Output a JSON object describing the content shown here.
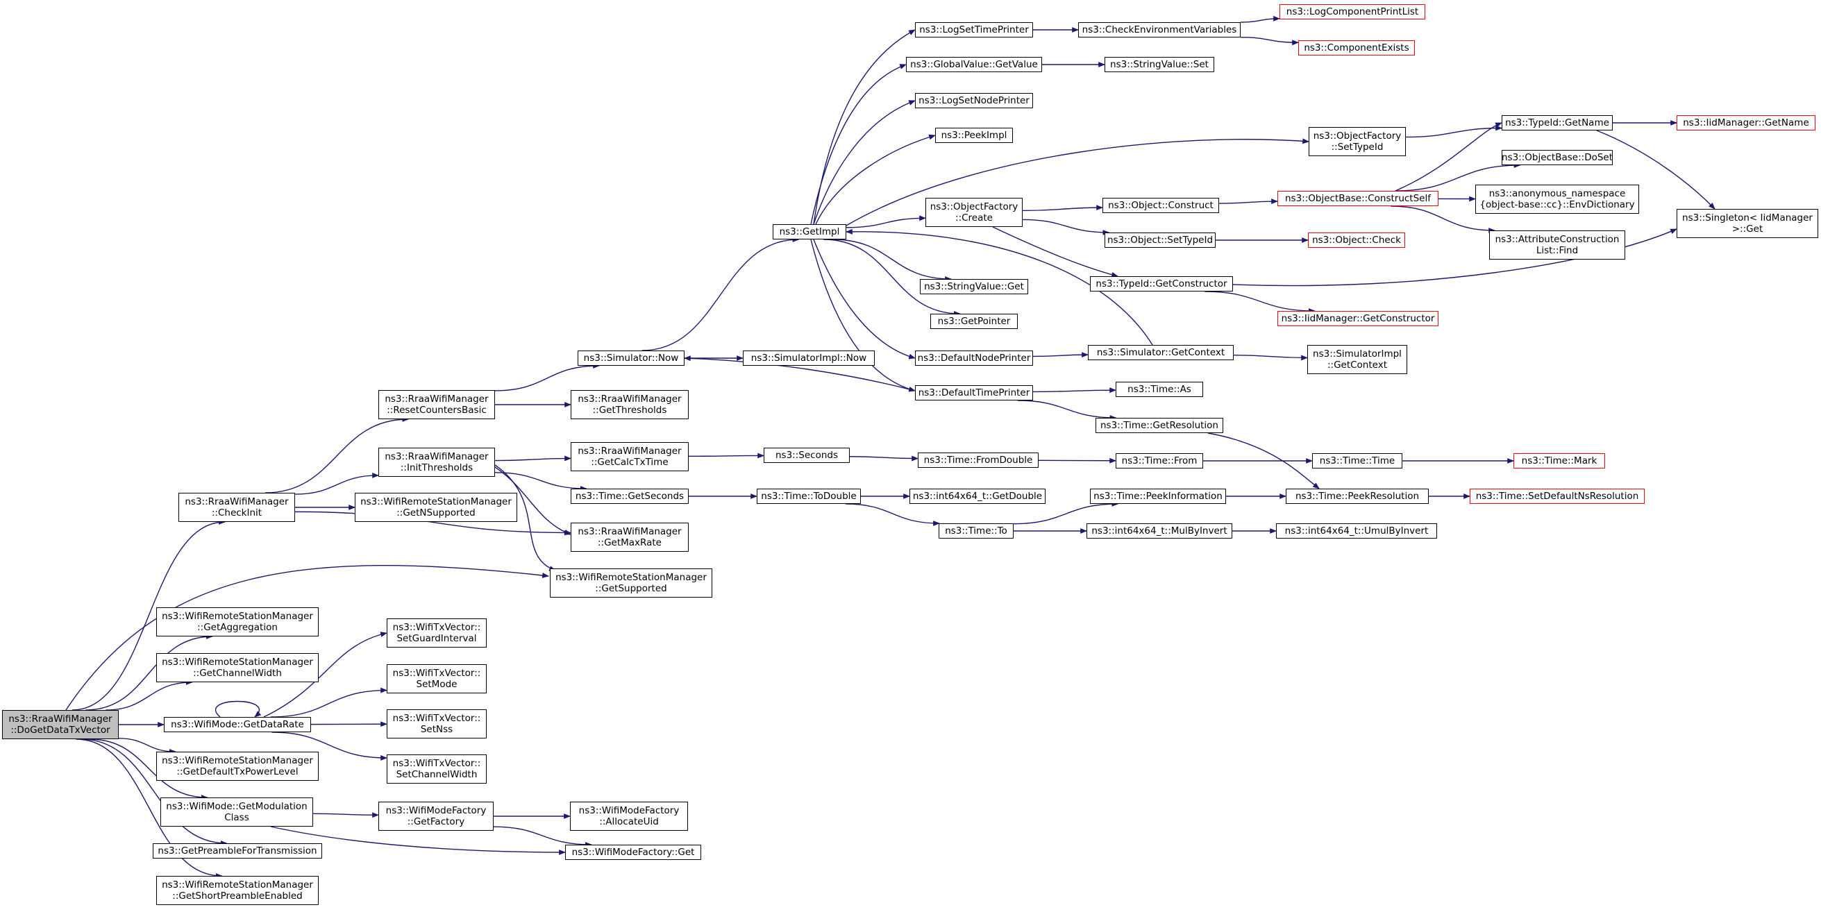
{
  "colors": {
    "edge": "#191970",
    "node_border": "#000000",
    "truncated_border": "#ff0000",
    "root_fill": "#bfbfbf"
  },
  "graph": {
    "nodes": [
      {
        "id": "root",
        "label": "ns3::RraaWifiManager\n::DoGetDataTxVector",
        "root": true
      },
      {
        "id": "checkInit",
        "label": "ns3::RraaWifiManager\n::CheckInit"
      },
      {
        "id": "getAggregation",
        "label": "ns3::WifiRemoteStationManager\n::GetAggregation"
      },
      {
        "id": "getChannelWidth",
        "label": "ns3::WifiRemoteStationManager\n::GetChannelWidth"
      },
      {
        "id": "getDataRate",
        "label": "ns3::WifiMode::GetDataRate"
      },
      {
        "id": "getDefaultTxPowerLevel",
        "label": "ns3::WifiRemoteStationManager\n::GetDefaultTxPowerLevel"
      },
      {
        "id": "getModulationClass",
        "label": "ns3::WifiMode::GetModulation\nClass"
      },
      {
        "id": "getPreambleForTransmission",
        "label": "ns3::GetPreambleForTransmission"
      },
      {
        "id": "getShortPreambleEnabled",
        "label": "ns3::WifiRemoteStationManager\n::GetShortPreambleEnabled"
      },
      {
        "id": "resetCountersBasic",
        "label": "ns3::RraaWifiManager\n::ResetCountersBasic"
      },
      {
        "id": "initThresholds",
        "label": "ns3::RraaWifiManager\n::InitThresholds"
      },
      {
        "id": "getNSupported",
        "label": "ns3::WifiRemoteStationManager\n::GetNSupported"
      },
      {
        "id": "getMaxRate",
        "label": "ns3::RraaWifiManager\n::GetMaxRate"
      },
      {
        "id": "getSupported",
        "label": "ns3::WifiRemoteStationManager\n::GetSupported"
      },
      {
        "id": "simNow",
        "label": "ns3::Simulator::Now"
      },
      {
        "id": "getThresholds",
        "label": "ns3::RraaWifiManager\n::GetThresholds"
      },
      {
        "id": "getCalcTxTime",
        "label": "ns3::RraaWifiManager\n::GetCalcTxTime"
      },
      {
        "id": "timeGetSeconds",
        "label": "ns3::Time::GetSeconds"
      },
      {
        "id": "simImplNow",
        "label": "ns3::SimulatorImpl::Now"
      },
      {
        "id": "getImpl",
        "label": "ns3::GetImpl"
      },
      {
        "id": "logSetTimePrinter",
        "label": "ns3::LogSetTimePrinter"
      },
      {
        "id": "globalValueGetValue",
        "label": "ns3::GlobalValue::GetValue"
      },
      {
        "id": "logSetNodePrinter",
        "label": "ns3::LogSetNodePrinter"
      },
      {
        "id": "peekImpl",
        "label": "ns3::PeekImpl"
      },
      {
        "id": "objectFactoryCreate",
        "label": "ns3::ObjectFactory\n::Create"
      },
      {
        "id": "stringValueGet",
        "label": "ns3::StringValue::Get"
      },
      {
        "id": "getPointer",
        "label": "ns3::GetPointer"
      },
      {
        "id": "defaultNodePrinter",
        "label": "ns3::DefaultNodePrinter"
      },
      {
        "id": "defaultTimePrinter",
        "label": "ns3::DefaultTimePrinter"
      },
      {
        "id": "checkEnvVars",
        "label": "ns3::CheckEnvironmentVariables"
      },
      {
        "id": "stringValueSet",
        "label": "ns3::StringValue::Set"
      },
      {
        "id": "logCompPrintList",
        "label": "ns3::LogComponentPrintList",
        "truncated": true
      },
      {
        "id": "componentExists",
        "label": "ns3::ComponentExists",
        "truncated": true
      },
      {
        "id": "objectFactorySetTypeId",
        "label": "ns3::ObjectFactory\n::SetTypeId"
      },
      {
        "id": "typeIdGetName",
        "label": "ns3::TypeId::GetName"
      },
      {
        "id": "iidManagerGetName",
        "label": "ns3::IidManager::GetName",
        "truncated": true
      },
      {
        "id": "singletonGet",
        "label": "ns3::Singleton< IidManager\n>::Get"
      },
      {
        "id": "objectConstruct",
        "label": "ns3::Object::Construct"
      },
      {
        "id": "objectBaseConstructSelf",
        "label": "ns3::ObjectBase::ConstructSelf",
        "truncated": true
      },
      {
        "id": "objectBaseDoSet",
        "label": "ns3::ObjectBase::DoSet"
      },
      {
        "id": "envDictionary",
        "label": "ns3::anonymous_namespace\n{object-base::cc}::EnvDictionary"
      },
      {
        "id": "attrConstructionListFind",
        "label": "ns3::AttributeConstruction\nList::Find"
      },
      {
        "id": "objectSetTypeId",
        "label": "ns3::Object::SetTypeId"
      },
      {
        "id": "objectCheck",
        "label": "ns3::Object::Check",
        "truncated": true
      },
      {
        "id": "typeIdGetConstructor",
        "label": "ns3::TypeId::GetConstructor"
      },
      {
        "id": "iidManagerGetConstructor",
        "label": "ns3::IidManager::GetConstructor",
        "truncated": true
      },
      {
        "id": "simGetContext",
        "label": "ns3::Simulator::GetContext"
      },
      {
        "id": "simImplGetContext",
        "label": "ns3::SimulatorImpl\n::GetContext"
      },
      {
        "id": "timeAs",
        "label": "ns3::Time::As"
      },
      {
        "id": "timeGetResolution",
        "label": "ns3::Time::GetResolution"
      },
      {
        "id": "seconds",
        "label": "ns3::Seconds"
      },
      {
        "id": "timeFromDouble",
        "label": "ns3::Time::FromDouble"
      },
      {
        "id": "timeFrom",
        "label": "ns3::Time::From"
      },
      {
        "id": "timeTime",
        "label": "ns3::Time::Time"
      },
      {
        "id": "timeMark",
        "label": "ns3::Time::Mark",
        "truncated": true
      },
      {
        "id": "timeToDouble",
        "label": "ns3::Time::ToDouble"
      },
      {
        "id": "int64GetDouble",
        "label": "ns3::int64x64_t::GetDouble"
      },
      {
        "id": "timeTo",
        "label": "ns3::Time::To"
      },
      {
        "id": "timePeekInformation",
        "label": "ns3::Time::PeekInformation"
      },
      {
        "id": "timePeekResolution",
        "label": "ns3::Time::PeekResolution"
      },
      {
        "id": "timeSetDefaultNsResolution",
        "label": "ns3::Time::SetDefaultNsResolution",
        "truncated": true
      },
      {
        "id": "int64MulByInvert",
        "label": "ns3::int64x64_t::MulByInvert"
      },
      {
        "id": "int64UmulByInvert",
        "label": "ns3::int64x64_t::UmulByInvert"
      },
      {
        "id": "setGuardInterval",
        "label": "ns3::WifiTxVector::\nSetGuardInterval"
      },
      {
        "id": "setMode",
        "label": "ns3::WifiTxVector::\nSetMode"
      },
      {
        "id": "setNss",
        "label": "ns3::WifiTxVector::\nSetNss"
      },
      {
        "id": "setChannelWidth",
        "label": "ns3::WifiTxVector::\nSetChannelWidth"
      },
      {
        "id": "wifiModeFactoryGetFactory",
        "label": "ns3::WifiModeFactory\n::GetFactory"
      },
      {
        "id": "allocateUid",
        "label": "ns3::WifiModeFactory\n::AllocateUid"
      },
      {
        "id": "wifiModeFactoryGet",
        "label": "ns3::WifiModeFactory::Get"
      }
    ],
    "edges": [
      [
        "root",
        "checkInit"
      ],
      [
        "root",
        "getSupported"
      ],
      [
        "root",
        "getAggregation"
      ],
      [
        "root",
        "getChannelWidth"
      ],
      [
        "root",
        "getDataRate"
      ],
      [
        "root",
        "getDefaultTxPowerLevel"
      ],
      [
        "root",
        "getModulationClass"
      ],
      [
        "root",
        "getPreambleForTransmission"
      ],
      [
        "root",
        "getShortPreambleEnabled"
      ],
      [
        "checkInit",
        "resetCountersBasic"
      ],
      [
        "checkInit",
        "initThresholds"
      ],
      [
        "checkInit",
        "getNSupported"
      ],
      [
        "checkInit",
        "getMaxRate"
      ],
      [
        "resetCountersBasic",
        "simNow"
      ],
      [
        "resetCountersBasic",
        "getThresholds"
      ],
      [
        "initThresholds",
        "getCalcTxTime"
      ],
      [
        "initThresholds",
        "timeGetSeconds"
      ],
      [
        "initThresholds",
        "getMaxRate"
      ],
      [
        "initThresholds",
        "getSupported"
      ],
      [
        "simNow",
        "getImpl"
      ],
      [
        "simNow",
        "simImplNow"
      ],
      [
        "getImpl",
        "logSetTimePrinter"
      ],
      [
        "getImpl",
        "globalValueGetValue"
      ],
      [
        "getImpl",
        "logSetNodePrinter"
      ],
      [
        "getImpl",
        "peekImpl"
      ],
      [
        "getImpl",
        "objectFactorySetTypeId"
      ],
      [
        "getImpl",
        "objectFactoryCreate"
      ],
      [
        "getImpl",
        "stringValueGet"
      ],
      [
        "getImpl",
        "getPointer"
      ],
      [
        "getImpl",
        "defaultNodePrinter"
      ],
      [
        "getImpl",
        "defaultTimePrinter"
      ],
      [
        "logSetTimePrinter",
        "checkEnvVars"
      ],
      [
        "checkEnvVars",
        "logCompPrintList"
      ],
      [
        "checkEnvVars",
        "componentExists"
      ],
      [
        "globalValueGetValue",
        "stringValueSet"
      ],
      [
        "objectFactorySetTypeId",
        "typeIdGetName"
      ],
      [
        "typeIdGetName",
        "iidManagerGetName"
      ],
      [
        "typeIdGetName",
        "singletonGet"
      ],
      [
        "objectFactoryCreate",
        "objectConstruct"
      ],
      [
        "objectFactoryCreate",
        "objectSetTypeId"
      ],
      [
        "objectFactoryCreate",
        "typeIdGetConstructor"
      ],
      [
        "objectConstruct",
        "objectBaseConstructSelf"
      ],
      [
        "objectBaseConstructSelf",
        "typeIdGetName"
      ],
      [
        "objectBaseConstructSelf",
        "objectBaseDoSet"
      ],
      [
        "objectBaseConstructSelf",
        "envDictionary"
      ],
      [
        "objectBaseConstructSelf",
        "attrConstructionListFind"
      ],
      [
        "objectSetTypeId",
        "objectCheck"
      ],
      [
        "typeIdGetConstructor",
        "singletonGet"
      ],
      [
        "typeIdGetConstructor",
        "iidManagerGetConstructor"
      ],
      [
        "defaultNodePrinter",
        "simGetContext"
      ],
      [
        "simGetContext",
        "getImpl"
      ],
      [
        "simGetContext",
        "simImplGetContext"
      ],
      [
        "defaultTimePrinter",
        "simNow"
      ],
      [
        "defaultTimePrinter",
        "timeAs"
      ],
      [
        "defaultTimePrinter",
        "timeGetResolution"
      ],
      [
        "timeGetResolution",
        "timePeekResolution"
      ],
      [
        "getCalcTxTime",
        "seconds"
      ],
      [
        "seconds",
        "timeFromDouble"
      ],
      [
        "timeFromDouble",
        "timeFrom"
      ],
      [
        "timeFrom",
        "timeTime"
      ],
      [
        "timeTime",
        "timeMark"
      ],
      [
        "timeGetSeconds",
        "timeToDouble"
      ],
      [
        "timeToDouble",
        "int64GetDouble"
      ],
      [
        "timeToDouble",
        "timeTo"
      ],
      [
        "timeTo",
        "timePeekInformation"
      ],
      [
        "timeTo",
        "int64MulByInvert"
      ],
      [
        "timePeekInformation",
        "timePeekResolution"
      ],
      [
        "timePeekResolution",
        "timeSetDefaultNsResolution"
      ],
      [
        "int64MulByInvert",
        "int64UmulByInvert"
      ],
      [
        "getDataRate",
        "getDataRate"
      ],
      [
        "getDataRate",
        "setGuardInterval"
      ],
      [
        "getDataRate",
        "setMode"
      ],
      [
        "getDataRate",
        "setNss"
      ],
      [
        "getDataRate",
        "setChannelWidth"
      ],
      [
        "getModulationClass",
        "wifiModeFactoryGetFactory"
      ],
      [
        "getModulationClass",
        "wifiModeFactoryGet"
      ],
      [
        "wifiModeFactoryGetFactory",
        "allocateUid"
      ],
      [
        "wifiModeFactoryGetFactory",
        "wifiModeFactoryGet"
      ]
    ]
  }
}
